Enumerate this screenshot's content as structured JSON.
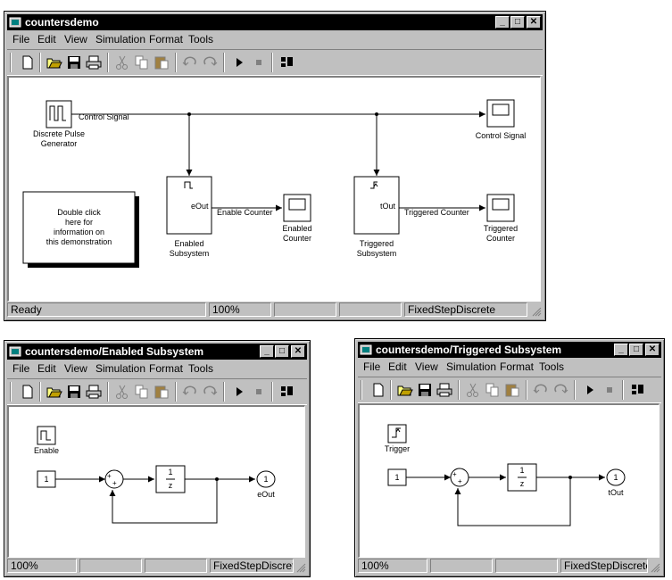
{
  "menu": [
    "File",
    "Edit",
    "View",
    "Simulation",
    "Format",
    "Tools"
  ],
  "main": {
    "title": "countersdemo",
    "status": "Ready",
    "zoom": "100%",
    "solver": "FixedStepDiscrete",
    "blocks": {
      "pulse_label": "Discrete Pulse\nGenerator",
      "control_signal_line": "Control Signal",
      "control_signal_scope": "Control Signal",
      "enabled_subsystem": "Enabled\nSubsystem",
      "enabled_port": "eOut",
      "enable_counter_line": "Enable Counter",
      "enabled_counter": "Enabled\nCounter",
      "triggered_subsystem": "Triggered\nSubsystem",
      "triggered_port": "tOut",
      "triggered_counter_line": "Triggered Counter",
      "triggered_counter": "Triggered\nCounter",
      "info_box": "Double click\nhere for\ninformation on\nthis demonstration"
    }
  },
  "enabled": {
    "title": "countersdemo/Enabled Subsystem",
    "zoom": "100%",
    "solver": "FixedStepDiscrete",
    "enable_label": "Enable",
    "const": "1",
    "delay_num": "1",
    "delay_den": "z",
    "sum_signs": "+",
    "out_num": "1",
    "out_label": "eOut"
  },
  "triggered": {
    "title": "countersdemo/Triggered Subsystem",
    "zoom": "100%",
    "solver": "FixedStepDiscrete",
    "trigger_label": "Trigger",
    "const": "1",
    "delay_num": "1",
    "delay_den": "z",
    "sum_signs": "+",
    "out_num": "1",
    "out_label": "tOut"
  }
}
